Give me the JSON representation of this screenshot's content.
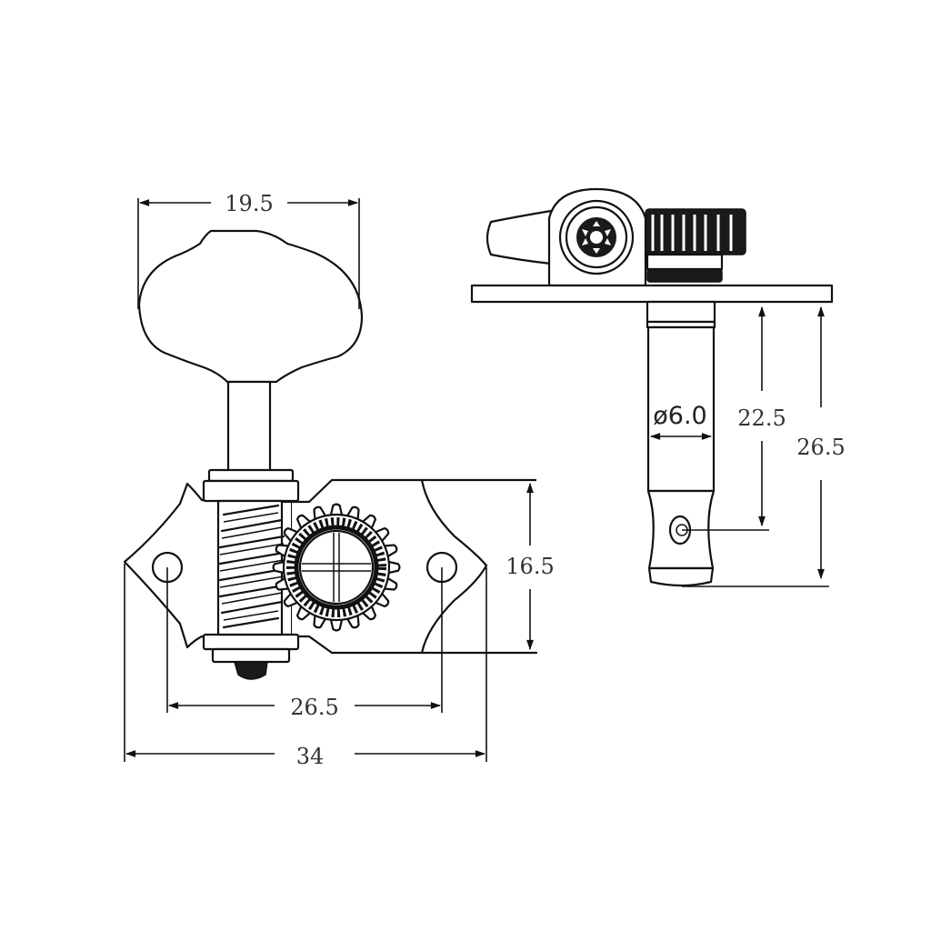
{
  "diagram": {
    "subject": "tuning machine (tuner) dimension drawing",
    "units": "mm",
    "front_view": {
      "button_width_label": "19.5",
      "plate_height_label": "16.5",
      "screw_hole_spacing_label": "26.5",
      "overall_width_label": "34"
    },
    "side_view": {
      "post_diameter_label": "ø6.0",
      "post_to_string_hole_label": "22.5",
      "post_total_height_label": "26.5"
    },
    "colors": {
      "line": "#111111",
      "text": "#333333",
      "background": "#ffffff"
    }
  }
}
